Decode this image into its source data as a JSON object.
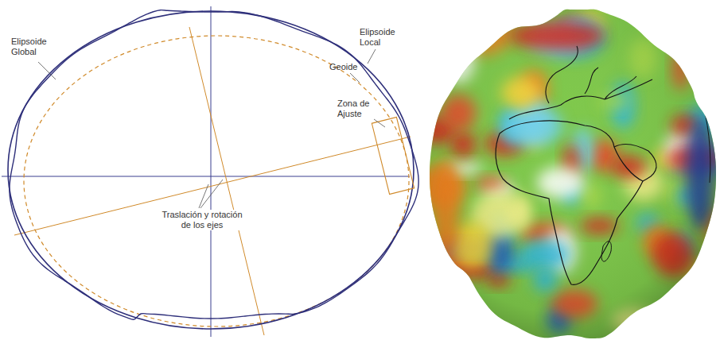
{
  "diagram": {
    "labels": [
      "Elipsoide Global",
      "Elipsoide Local",
      "Geoide",
      "Zona de Ajuste",
      "Traslación y rotación de los ejes"
    ]
  }
}
